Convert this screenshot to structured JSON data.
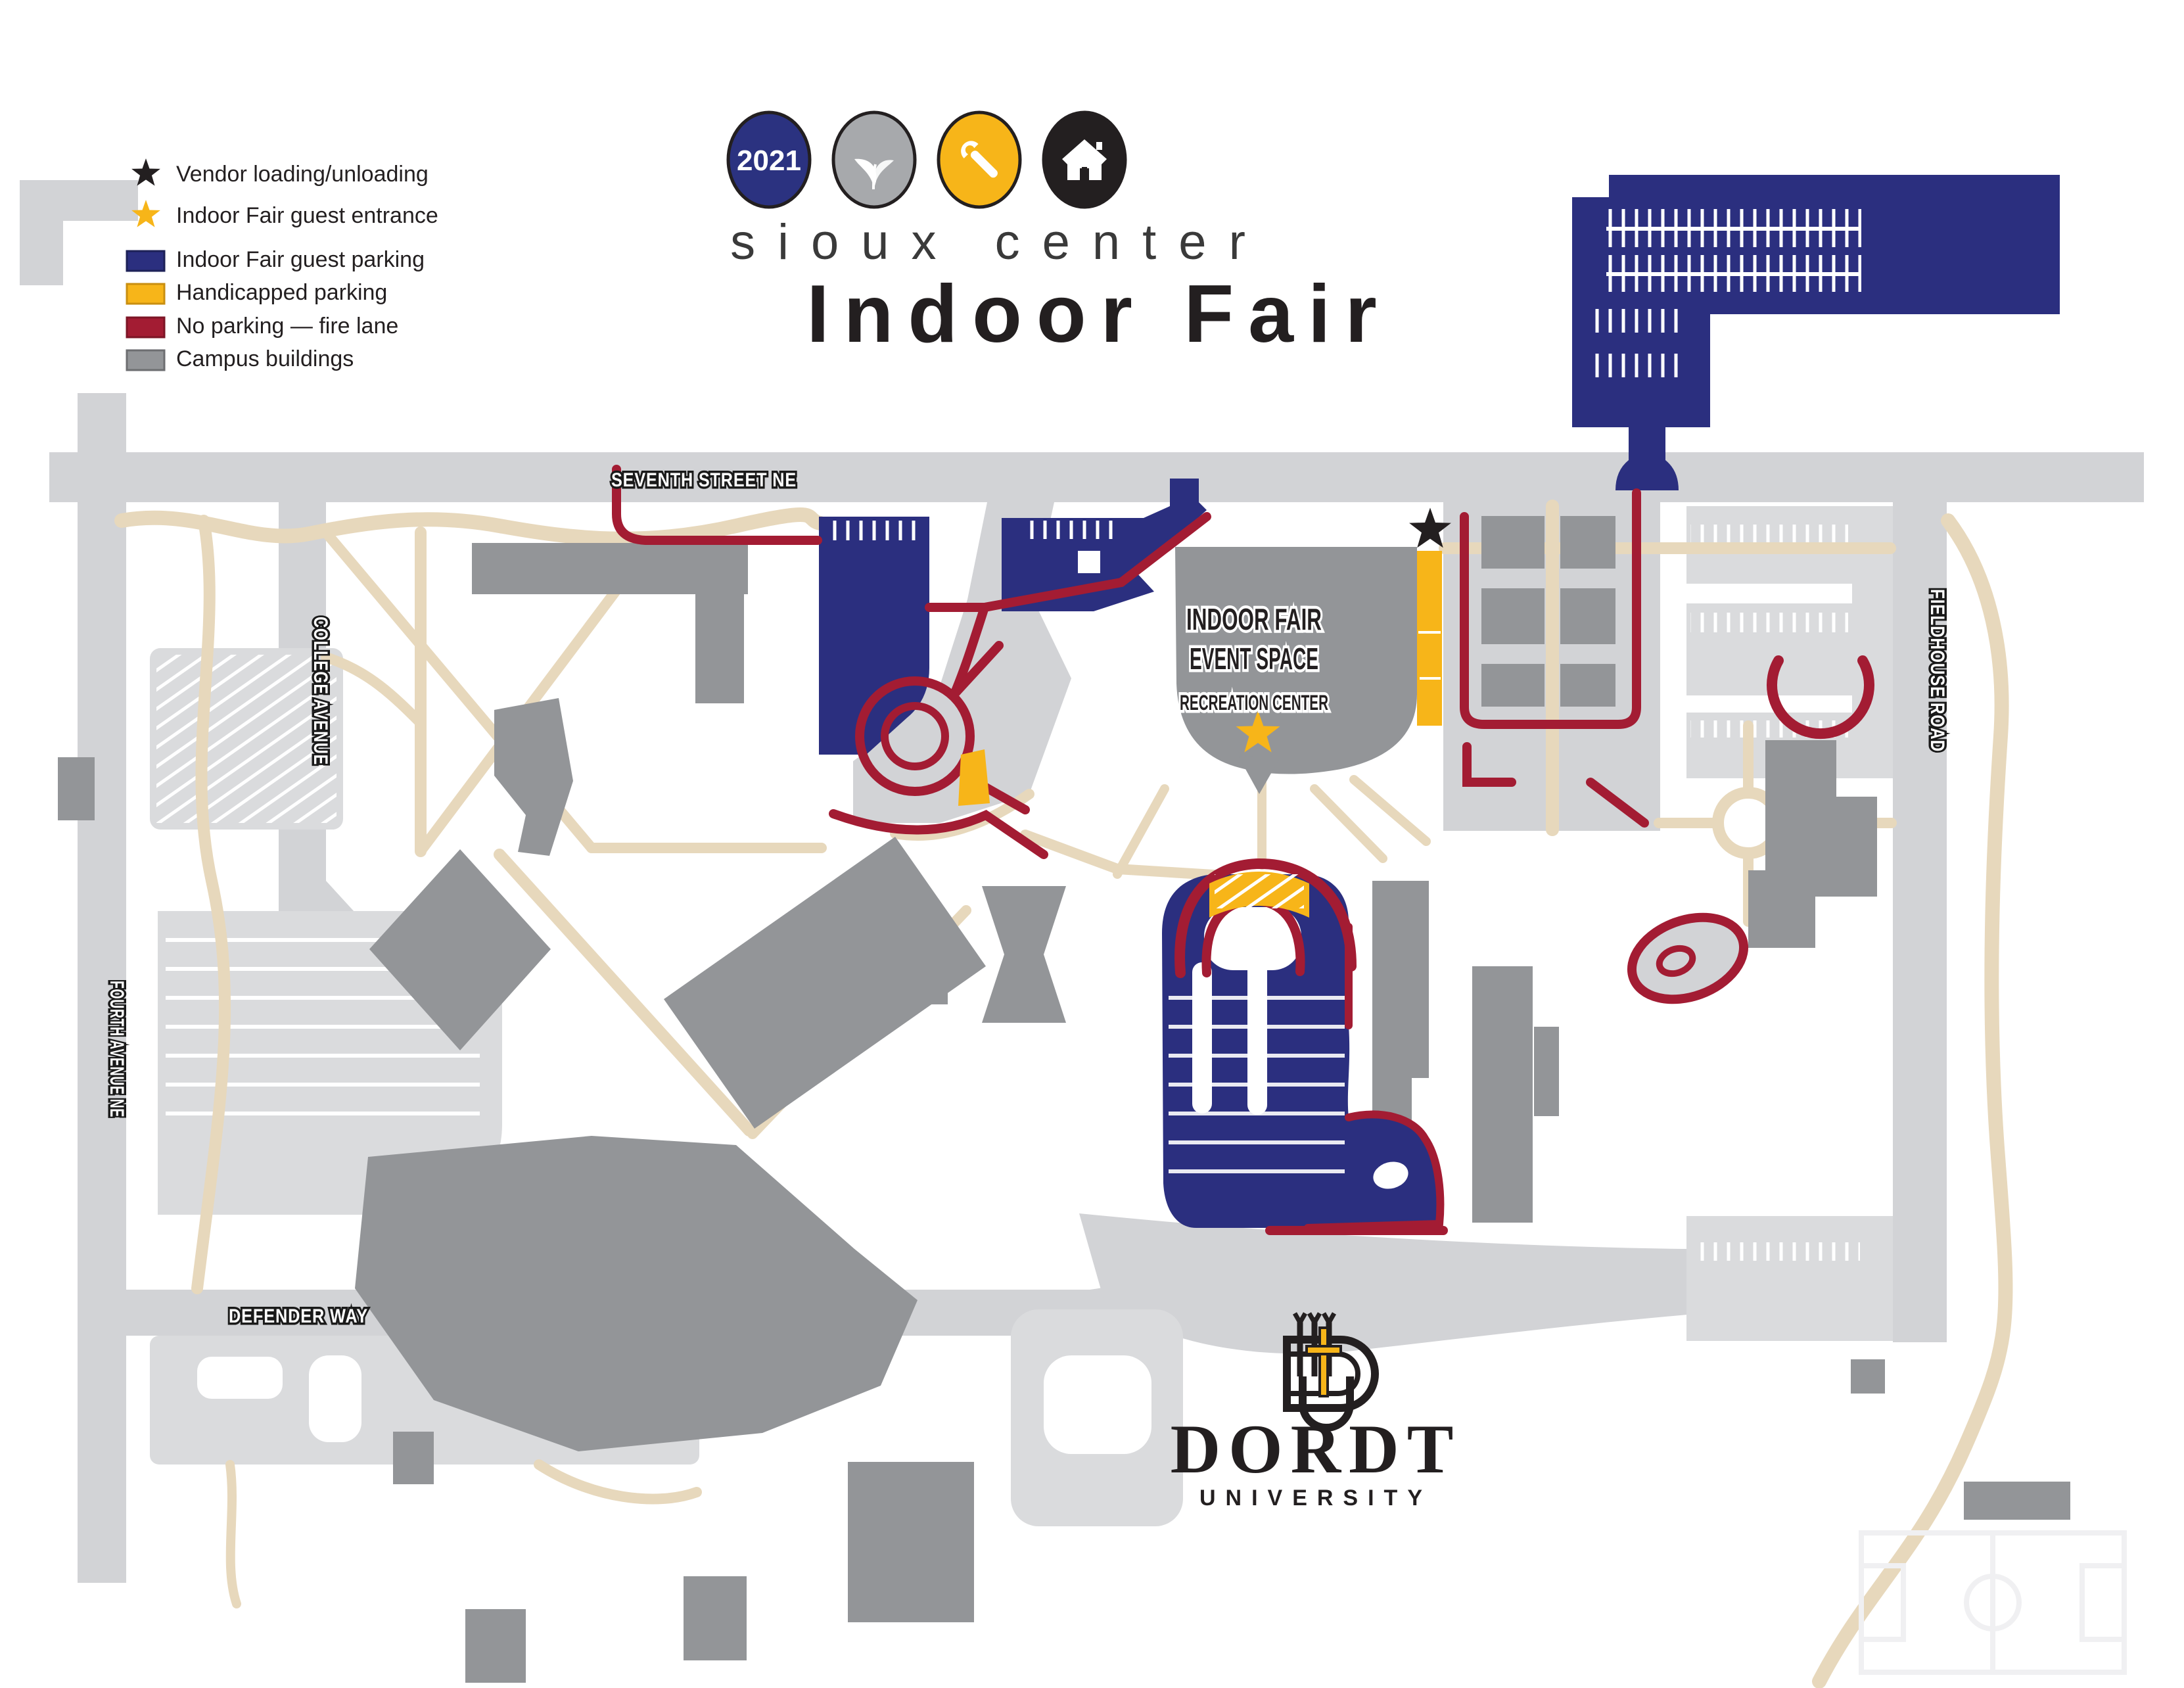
{
  "title": {
    "year": "2021",
    "subtitle": "sioux center",
    "heading": "Indoor Fair"
  },
  "legend": {
    "items": [
      {
        "id": "vendor-loading",
        "label": "Vendor loading/unloading",
        "symbol": "star",
        "color": "#231f20"
      },
      {
        "id": "guest-entrance",
        "label": "Indoor Fair guest entrance",
        "symbol": "star",
        "color": "#f7b519"
      },
      {
        "id": "guest-parking",
        "label": "Indoor Fair guest parking",
        "symbol": "swatch",
        "color": "#2b2f7f"
      },
      {
        "id": "handicapped-parking",
        "label": "Handicapped parking",
        "symbol": "swatch",
        "color": "#f7b519"
      },
      {
        "id": "no-parking-fire-lane",
        "label": "No parking — fire lane",
        "symbol": "swatch",
        "color": "#a31c33"
      },
      {
        "id": "campus-buildings",
        "label": "Campus buildings",
        "symbol": "swatch",
        "color": "#939598"
      }
    ]
  },
  "streets": {
    "seventh": "SEVENTH STREET NE",
    "college": "COLLEGE AVENUE",
    "fourth": "FOURTH AVENUE NE",
    "defender": "DEFENDER WAY",
    "fieldhouse": "FIELDHOUSE ROAD"
  },
  "places": {
    "event_line1": "INDOOR FAIR",
    "event_line2": "EVENT SPACE",
    "recreation": "RECREATION CENTER"
  },
  "logo": {
    "name": "DORDT",
    "subtitle": "UNIVERSITY"
  },
  "colors": {
    "guest_parking_blue": "#2b2f7f",
    "handicapped_gold": "#f7b519",
    "fire_lane_red": "#a31c33",
    "campus_building_gray": "#939598",
    "road_gray": "#d2d3d6",
    "walkway_tan": "#e7d8bc"
  }
}
